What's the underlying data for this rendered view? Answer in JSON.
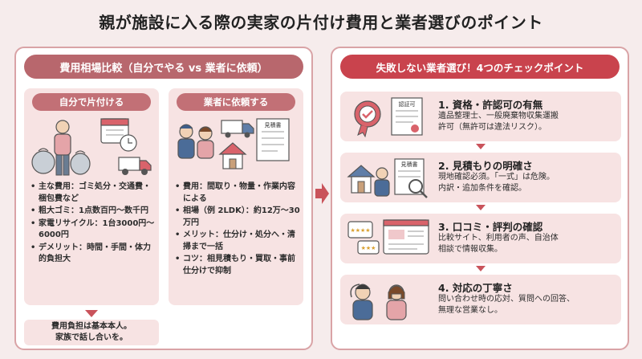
{
  "title": "親が施設に入る際の実家の片付け費用と業者選びのポイント",
  "left": {
    "header": "費用相場比較（自分でやる vs 業者に依頼）",
    "self": {
      "header": "自分で片付ける",
      "bullets": [
        "主な費用：ゴミ処分・交通費・梱包費など",
        "粗大ゴミ：1点数百円〜数千円",
        "家電リサイクル：1台3000円〜6000円",
        "デメリット：時間・手間・体力的負担大"
      ]
    },
    "pro": {
      "header": "業者に依頼する",
      "doc_label": "見積書",
      "bullets": [
        "費用：間取り・物量・作業内容による",
        "相場（例 2LDK）：約12万〜30万円",
        "メリット：仕分け・処分へ・清掃まで一括",
        "コツ：相見積もり・買取・事前仕分けで抑制"
      ]
    },
    "note": "費用負担は基本本人。\n家族で話し合いを。"
  },
  "right": {
    "header": "失敗しない業者選び！4つのチェックポイント",
    "steps": [
      {
        "title": "1. 資格・許認可の有無",
        "desc": "遺品整理士、一般廃棄物収集運搬\n許可（無許可は違法リスク）。",
        "doc_label": "認証可"
      },
      {
        "title": "2. 見積もりの明確さ",
        "desc": "現地確認必須。「一式」は危険。\n内訳・追加条件を確認。",
        "doc_label": "見積書"
      },
      {
        "title": "3. 口コミ・評判の確認",
        "desc": "比較サイト、利用者の声、自治体\n相談で情報収集。"
      },
      {
        "title": "4. 対応の丁寧さ",
        "desc": "問い合わせ時の応対、質問への回答、\n無理な営業なし。"
      }
    ]
  },
  "colors": {
    "left_header": "#b8676d",
    "right_header": "#c9434d",
    "box_bg": "#f7e3e3",
    "arrow": "#c9535b"
  },
  "icons": [
    "person-with-trash-bags-icon",
    "calendar-clock-icon",
    "truck-icon",
    "workers-icon",
    "house-icon",
    "document-icon",
    "certificate-badge-icon",
    "magnifier-icon",
    "review-stars-icon",
    "phone-operator-icon"
  ]
}
